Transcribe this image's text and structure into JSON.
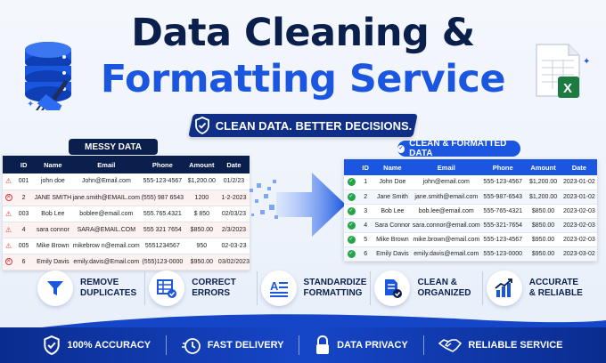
{
  "header": {
    "title_line1": "Data Cleaning &",
    "title_line2": "Formatting Service",
    "tagline": "CLEAN DATA. BETTER DECISIONS."
  },
  "messy": {
    "badge": "MESSY DATA",
    "columns": [
      "ID",
      "Name",
      "Email",
      "Phone",
      "Amount",
      "Date"
    ],
    "rows": [
      [
        "001",
        "john doe",
        "John@Email.com",
        "555-123-4567",
        "$1,200.00",
        "01/2/23"
      ],
      [
        "2",
        "JANE SMITH",
        "jane.smith@EMAIL.com",
        "(555) 987 6543",
        "1200",
        "1-2-2023"
      ],
      [
        "003",
        "Bob   Lee",
        "boblee@email.com",
        "555.765.4321",
        "$ 850",
        "02/03/23"
      ],
      [
        "4",
        "sara connor",
        "SARA@EMAIL.COM",
        "555 321 7654",
        "$850.00",
        "2/3/2023"
      ],
      [
        "005",
        "Mike Brown",
        "mikebrow n@email.com",
        "5551234567",
        "950",
        "02-03-23"
      ],
      [
        "6",
        "Emily Davis",
        "emily.davis@Email.com",
        "(555)123-0000",
        "$950.00",
        "03/02/2023"
      ]
    ]
  },
  "clean": {
    "badge": "CLEAN & FORMATTED DATA",
    "columns": [
      "ID",
      "Name",
      "Email",
      "Phone",
      "Amount",
      "Date"
    ],
    "rows": [
      [
        "1",
        "John Doe",
        "john@email.com",
        "555-123-4567",
        "$1,200.00",
        "2023-01-02"
      ],
      [
        "2",
        "Jane Smith",
        "jane.smith@email.com",
        "555-987-6543",
        "$1,200.00",
        "2023-01-02"
      ],
      [
        "3",
        "Bob Lee",
        "bob.lee@email.com",
        "555-765-4321",
        "$850.00",
        "2023-02-03"
      ],
      [
        "4",
        "Sara Connor",
        "sara.connor@email.com",
        "555-321-7654",
        "$850.00",
        "2023-02-03"
      ],
      [
        "5",
        "Mike Brown",
        "mike.brown@email.com",
        "555-123-4567",
        "$950.00",
        "2023-02-03"
      ],
      [
        "6",
        "Emily Davis",
        "emily.davis@email.com",
        "555-123-0000",
        "$950.00",
        "2023-03-02"
      ]
    ]
  },
  "features": [
    {
      "line1": "REMOVE",
      "line2": "DUPLICATES",
      "icon": "funnel-icon"
    },
    {
      "line1": "CORRECT",
      "line2": "ERRORS",
      "icon": "table-check-icon"
    },
    {
      "line1": "STANDARDIZE",
      "line2": "FORMATTING",
      "icon": "text-format-icon"
    },
    {
      "line1": "CLEAN &",
      "line2": "ORGANIZED",
      "icon": "document-check-icon"
    },
    {
      "line1": "ACCURATE",
      "line2": "& RELIABLE",
      "icon": "bar-chart-icon"
    }
  ],
  "footer": [
    {
      "label": "100% ACCURACY",
      "icon": "shield-check-icon"
    },
    {
      "label": "FAST DELIVERY",
      "icon": "stopwatch-icon"
    },
    {
      "label": "DATA PRIVACY",
      "icon": "lock-icon"
    },
    {
      "label": "RELIABLE SERVICE",
      "icon": "handshake-icon"
    }
  ],
  "colors": {
    "navy": "#0b1f4d",
    "blue": "#1a56e0",
    "error": "#d62b2b",
    "success": "#22a447"
  }
}
